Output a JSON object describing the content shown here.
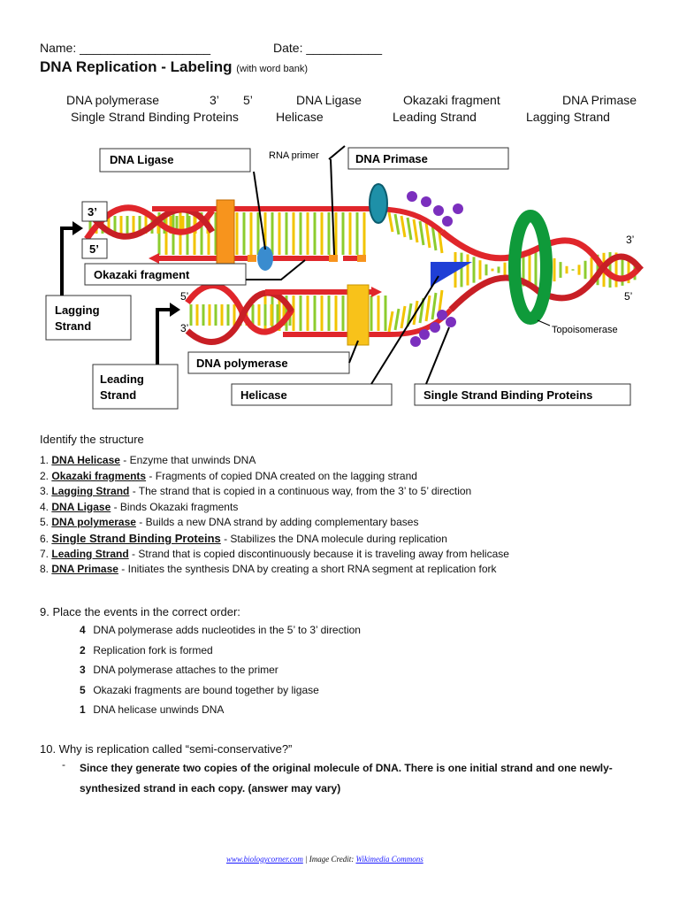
{
  "header": {
    "name_label": "Name:",
    "name_blank": "___________________",
    "date_label": "Date:",
    "date_blank": "___________",
    "title": "DNA Replication - Labeling",
    "title_note": "(with word bank)"
  },
  "word_bank": {
    "row1": [
      "DNA polymerase",
      "3’",
      "5’",
      "DNA Ligase",
      "Okazaki fragment",
      "DNA Primase"
    ],
    "row2": [
      "Single Strand Binding Proteins",
      "Helicase",
      "Leading Strand",
      "Lagging Strand"
    ]
  },
  "diagram": {
    "labels": {
      "dna_ligase": "DNA Ligase",
      "rna_primer": "RNA primer",
      "dna_primase": "DNA Primase",
      "three_prime_left": "3’",
      "five_prime_left": "5’",
      "okazaki": "Okazaki fragment",
      "lagging_1": "Lagging",
      "lagging_2": "Strand",
      "five_prime_mid": "5’",
      "three_prime_mid": "3’",
      "leading_1": "Leading",
      "leading_2": "Strand",
      "dna_polymerase": "DNA polymerase",
      "helicase": "Helicase",
      "ssb": "Single Strand Binding Proteins",
      "three_prime_right": "3’",
      "five_prime_right": "5’",
      "topoisomerase": "Topoisomerase"
    },
    "colors": {
      "backbone_red": "#e0262b",
      "rungs_green": "#8ccc2e",
      "rungs_yellow": "#f2c400",
      "helicase_blue": "#1f3fd6",
      "primase_teal": "#1e90a8",
      "polymerase_orange": "#f7941d",
      "polymerase_yellow": "#f8c21a",
      "topoisomerase_green": "#0f9a3a",
      "ssb_purple": "#7b2fbe",
      "ligase_blue": "#3a8ccf"
    }
  },
  "identify": {
    "heading": "Identify the structure",
    "items": [
      {
        "num": "1.",
        "term": "DNA Helicase",
        "desc": " -  Enzyme that unwinds DNA"
      },
      {
        "num": "2.",
        "term": "Okazaki fragments",
        "desc": " - Fragments of copied DNA created on the lagging strand"
      },
      {
        "num": "3.",
        "term": "Lagging Strand",
        "desc": " - The strand that is copied in a continuous way, from the 3’ to 5’ direction"
      },
      {
        "num": "4.",
        "term": "DNA Ligase",
        "desc": " - Binds Okazaki fragments"
      },
      {
        "num": "5.",
        "term": "DNA polymerase",
        "desc": " - Builds a new DNA strand by adding complementary bases"
      },
      {
        "num": "6.",
        "term": "Single Strand Binding Proteins",
        "desc": " - Stabilizes the DNA molecule during replication"
      },
      {
        "num": "7.",
        "term": "Leading Strand",
        "desc": " - Strand that is copied discontinuously because it is traveling away from helicase"
      },
      {
        "num": "8.",
        "term": "DNA Primase",
        "desc": " - Initiates the synthesis DNA by creating a short RNA segment at replication fork"
      }
    ]
  },
  "order": {
    "question": "9.  Place the events in the correct order:",
    "items": [
      {
        "n": "4",
        "text": "DNA polymerase adds nucleotides in the 5’ to 3’ direction"
      },
      {
        "n": "2",
        "text": "Replication fork is formed"
      },
      {
        "n": "3",
        "text": "DNA polymerase attaches to the primer"
      },
      {
        "n": "5",
        "text": "Okazaki fragments are bound together by ligase"
      },
      {
        "n": "1",
        "text": "DNA helicase unwinds DNA"
      }
    ]
  },
  "q10": {
    "question": "10.  Why is replication called “semi-conservative?”",
    "dash": "-",
    "answer": "Since they generate two copies of the original molecule of DNA. There is one initial strand and one newly-synthesized strand in each copy. (answer may vary)"
  },
  "footer": {
    "site": "www.biologycorner.com",
    "sep": " | Image Credit: ",
    "credit": "Wikimedia Commons"
  }
}
